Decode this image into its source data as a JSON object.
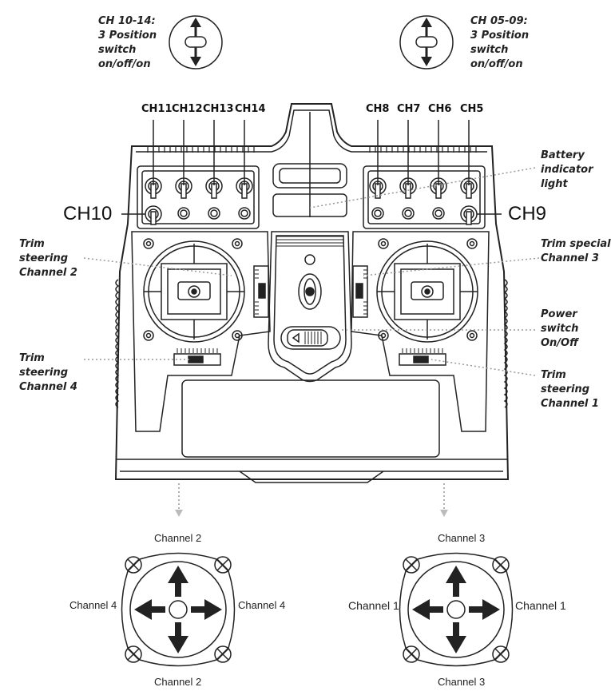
{
  "switch_labels": {
    "left": [
      "CH 10-14:",
      "3 Position",
      "switch",
      "on/off/on"
    ],
    "right": [
      "CH 05-09:",
      "3 Position",
      "switch",
      "on/off/on"
    ]
  },
  "channel_labels": {
    "top_left": [
      "CH11",
      "CH12",
      "CH13",
      "CH14"
    ],
    "top_right": [
      "CH8",
      "CH7",
      "CH6",
      "CH5"
    ],
    "ch10": "CH10",
    "ch9": "CH9"
  },
  "callouts": {
    "battery": [
      "Battery",
      "indicator",
      "light"
    ],
    "trim_ch2": [
      "Trim",
      "steering",
      "Channel 2"
    ],
    "trim_special": [
      "Trim special",
      "Channel 3"
    ],
    "power": [
      "Power",
      "switch",
      "On/Off"
    ],
    "trim_ch4": [
      "Trim",
      "steering",
      "Channel 4"
    ],
    "trim_ch1": [
      "Trim",
      "steering",
      "Channel 1"
    ]
  },
  "stick_left": {
    "top": "Channel 2",
    "left": "Channel 4",
    "right": "Channel 4",
    "bottom": "Channel 2"
  },
  "stick_right": {
    "top": "Channel 3",
    "left": "Channel 1",
    "right": "Channel 1",
    "bottom": "Channel 3"
  }
}
